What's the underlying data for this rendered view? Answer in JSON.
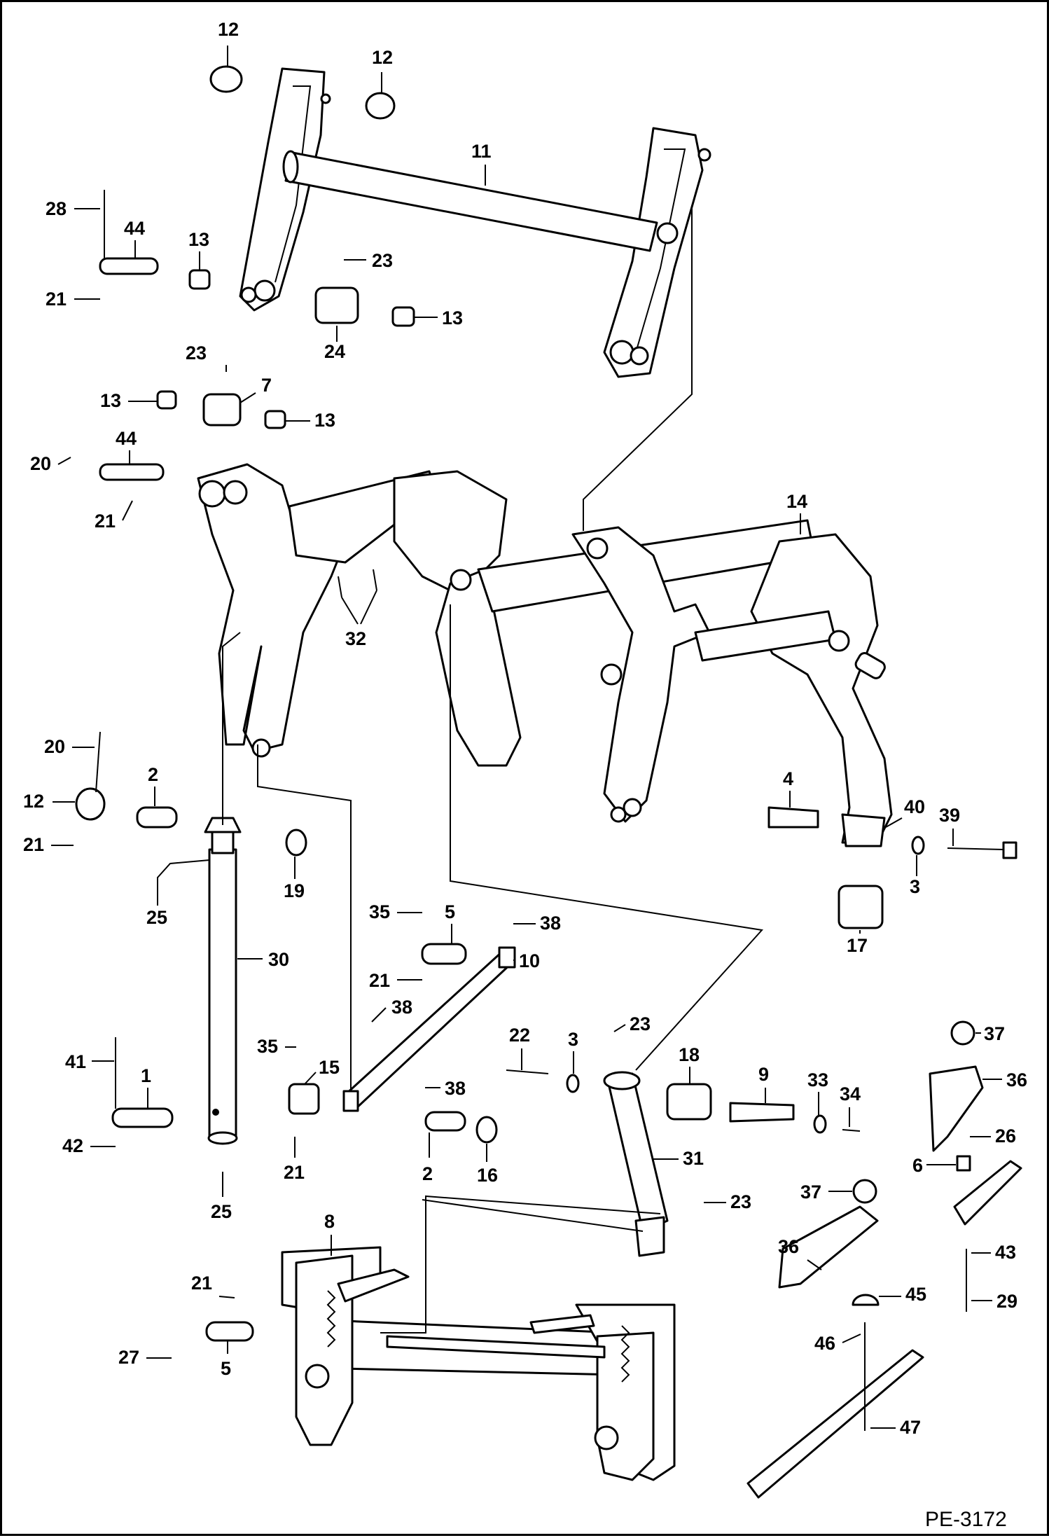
{
  "diagram": {
    "drawing_code": "PE-3172",
    "colors": {
      "ink": "#000000",
      "paper": "#ffffff"
    },
    "callout_numbers": [
      "1",
      "2",
      "3",
      "4",
      "5",
      "6",
      "7",
      "8",
      "9",
      "10",
      "11",
      "12",
      "13",
      "14",
      "15",
      "16",
      "17",
      "18",
      "19",
      "20",
      "21",
      "22",
      "23",
      "24",
      "25",
      "26",
      "27",
      "28",
      "29",
      "30",
      "31",
      "32",
      "33",
      "34",
      "35",
      "36",
      "37",
      "38",
      "39",
      "40",
      "41",
      "42",
      "43",
      "44",
      "45",
      "46",
      "47"
    ]
  }
}
